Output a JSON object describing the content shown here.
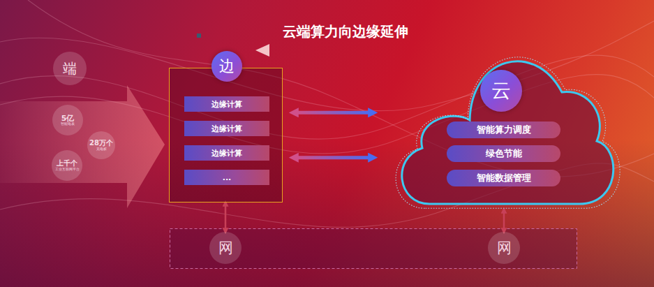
{
  "diagram": {
    "title": "云端算力向边缘延伸",
    "nodes": [
      {
        "text": [
          "端"
        ]
      },
      {
        "text": [
          "5亿",
          "智能电表"
        ]
      },
      {
        "text": [
          "28万个",
          "充电桩"
        ]
      },
      {
        "text": [
          "上千个",
          "工业互联网平台"
        ]
      },
      {
        "text": [
          "边"
        ]
      },
      {
        "text": [
          "边缘计算"
        ],
        "in": 4
      },
      {
        "text": [
          "边缘计算"
        ],
        "in": 4
      },
      {
        "text": [
          "边缘计算"
        ],
        "in": 4
      },
      {
        "text": [
          "..."
        ],
        "in": 4
      },
      {
        "text": [
          "云"
        ]
      },
      {
        "text": [
          "智能算力调度"
        ],
        "in": 9
      },
      {
        "text": [
          "绿色节能"
        ],
        "in": 9
      },
      {
        "text": [
          "智能数据管理"
        ],
        "in": 9
      },
      {
        "text": [
          "网"
        ]
      },
      {
        "text": [
          "网"
        ]
      }
    ],
    "edges": [
      {
        "from": 4,
        "to": 9,
        "arrow": "both"
      },
      {
        "from": 4,
        "to": 9,
        "arrow": "both"
      },
      {
        "from": 4,
        "to": 13,
        "arrow": "both"
      },
      {
        "from": 9,
        "to": 14,
        "arrow": "both"
      }
    ]
  }
}
